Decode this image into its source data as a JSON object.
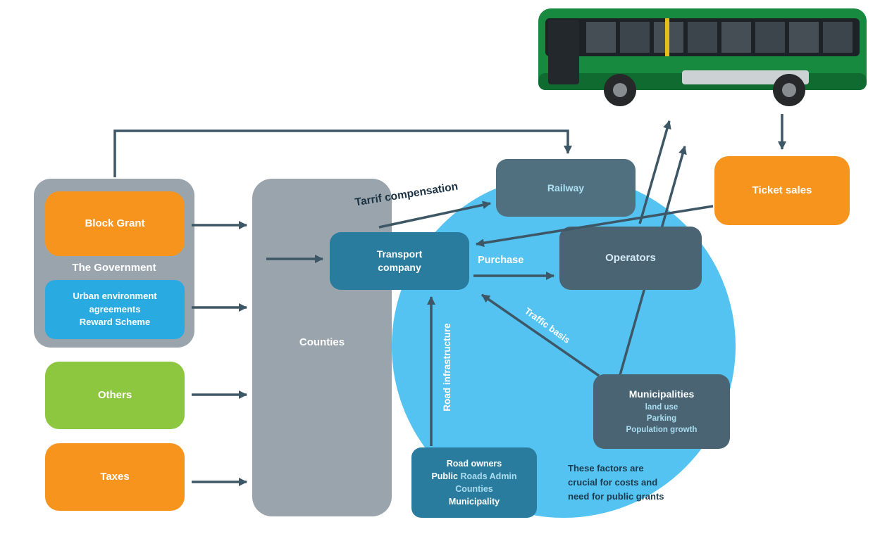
{
  "colors": {
    "orange": "#F7941E",
    "gov_blue": "#29ABE2",
    "green": "#8DC63F",
    "gray": "#9AA4AD",
    "circle_blue": "#55C3F1",
    "teal": "#2A7C9E",
    "slate": "#4A6474",
    "arrow": "#3D5766",
    "bus_green": "#178A3F"
  },
  "images": {
    "bus": "green-single-decker-bus"
  },
  "nodes": {
    "government": {
      "label": "The Government"
    },
    "block_grant": {
      "label": "Block Grant"
    },
    "urban_env": {
      "line1": "Urban environment",
      "line2": "agreements",
      "line3": "Reward Scheme"
    },
    "others": {
      "label": "Others"
    },
    "taxes": {
      "label": "Taxes"
    },
    "counties": {
      "label": "Counties"
    },
    "railway": {
      "label": "Railway"
    },
    "transport_company": {
      "line1": "Transport",
      "line2": "company"
    },
    "operators": {
      "label": "Operators"
    },
    "municipalities": {
      "title": "Municipalities",
      "items": [
        "land use",
        "Parking",
        "Population growth"
      ]
    },
    "road_owners": {
      "title": "Road owners",
      "line2_lead": "Public",
      "line2_rest": " Roads Admin",
      "line3": "Counties",
      "line4": "Municipality"
    },
    "ticket_sales": {
      "label": "Ticket sales"
    }
  },
  "edge_labels": {
    "tarrif_compensation": "Tarrif compensation",
    "purchase": "Purchase",
    "traffic_basis": "Traffic basis",
    "road_infrastructure": "Road infrastructure"
  },
  "note": {
    "line1": "These factors are",
    "line2": "crucial for costs and",
    "line3": "need for public grants"
  }
}
